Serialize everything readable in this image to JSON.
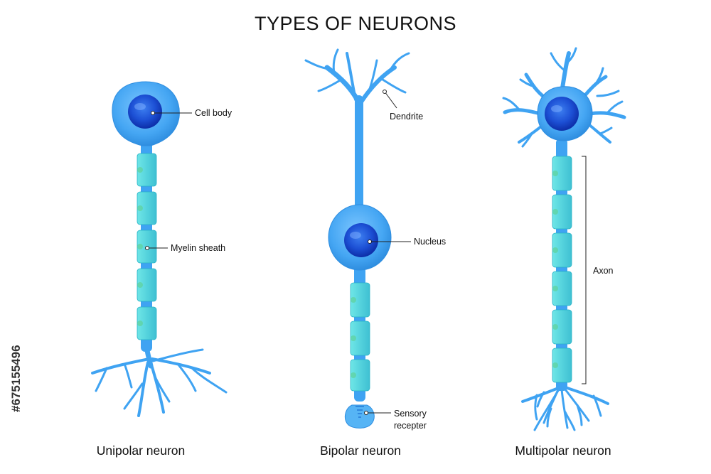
{
  "title": "TYPES OF NEURONS",
  "captions": {
    "unipolar": "Unipolar neuron",
    "bipolar": "Bipolar neuron",
    "multipolar": "Multipolar neuron"
  },
  "labels": {
    "cell_body": "Cell body",
    "dendrite": "Dendrite",
    "myelin_sheath": "Myelin sheath",
    "nucleus": "Nucleus",
    "axon": "Axon",
    "sensory_receptor_line1": "Sensory",
    "sensory_receptor_line2": "recepter"
  },
  "stock_id": "#675155496",
  "colors": {
    "neuron": "#3fa3f2",
    "nucleus": "#1a4fd6",
    "myelin": "#59dcdc",
    "text": "#111111"
  }
}
